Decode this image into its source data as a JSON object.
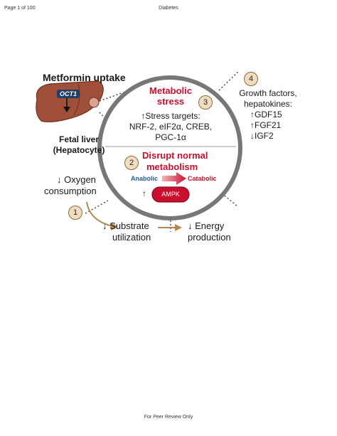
{
  "header": {
    "page": "Page 1 of 100",
    "title": "Diabetes"
  },
  "footer": {
    "text": "For Peer Review Only"
  },
  "figure": {
    "uptake_title": "Metformin uptake",
    "transporter": "OCT1",
    "liver_label_1": "Fetal liver",
    "liver_label_2": "(Hepatocyte)",
    "stress_title_1": "Metabolic",
    "stress_title_2": "stress",
    "stress_number": "3",
    "stress_targets_1": "↑Stress targets:",
    "stress_targets_2": "NRF-2, eIF2α, CREB,",
    "stress_targets_3": "PGC-1α",
    "disrupt_number": "2",
    "disrupt_title_1": "Disrupt normal",
    "disrupt_title_2": "metabolism",
    "anabolic": "Anabolic",
    "catabolic": "Catabolic",
    "ampk_arrow": "↑",
    "ampk": "AMPK",
    "growth_number": "4",
    "growth_1": "Growth factors,",
    "growth_2": "hepatokines:",
    "growth_3": "↑GDF15",
    "growth_4": "↑FGF21",
    "growth_5": "↓IGF2",
    "oxygen_1": "↓ Oxygen",
    "oxygen_2": "consumption",
    "oxygen_number": "1",
    "substrate_1": "↓ Substrate",
    "substrate_2": "utilization",
    "energy_1": "↓ Energy",
    "energy_2": "production",
    "colors": {
      "accent_red": "#c8102e",
      "anabolic_blue": "#1f5d9c",
      "liver": "#a0503a",
      "number_badge": "#f2dcc0"
    }
  }
}
